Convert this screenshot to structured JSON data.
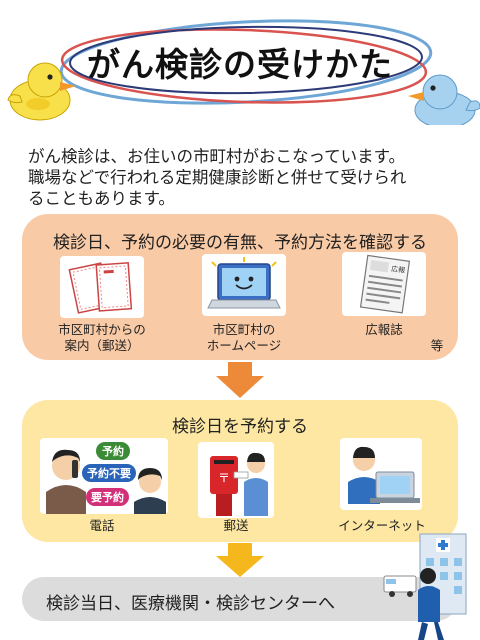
{
  "title": "がん検診の受けかた",
  "intro": [
    "がん検診は、お住いの市町村がおこなっています。",
    "職場などで行われる定期健康診断と併せて受けられ",
    "ることもあります。"
  ],
  "step1": {
    "title": "検診日、予約の必要の有無、予約方法を確認する",
    "items": [
      {
        "label_lines": [
          "市区町村からの",
          "案内（郵送）"
        ],
        "icon": "envelopes-icon"
      },
      {
        "label_lines": [
          "市区町村の",
          "ホームページ"
        ],
        "icon": "laptop-icon"
      },
      {
        "label_lines": [
          "広報誌"
        ],
        "icon": "newsletter-icon",
        "badge": "広報"
      }
    ],
    "etc": "等"
  },
  "step2": {
    "title": "検診日を予約する",
    "items": [
      {
        "label": "電話",
        "icon": "phone-call-icon"
      },
      {
        "label": "郵送",
        "icon": "mailbox-icon"
      },
      {
        "label": "インターネット",
        "icon": "computer-user-icon"
      }
    ],
    "bubbles": [
      "予約",
      "予約不要",
      "要予約"
    ]
  },
  "step3": {
    "title": "検診当日、医療機関・検診センターへ"
  },
  "colors": {
    "step1_bg": "#f9caa6",
    "step2_bg": "#fde7a2",
    "step3_bg": "#dcdcdc",
    "arrow_orange": "#ec8a3a",
    "arrow_yellow": "#f5b81c",
    "title_ring": "#6ea6d6",
    "title_ring_red": "#d9534f"
  }
}
